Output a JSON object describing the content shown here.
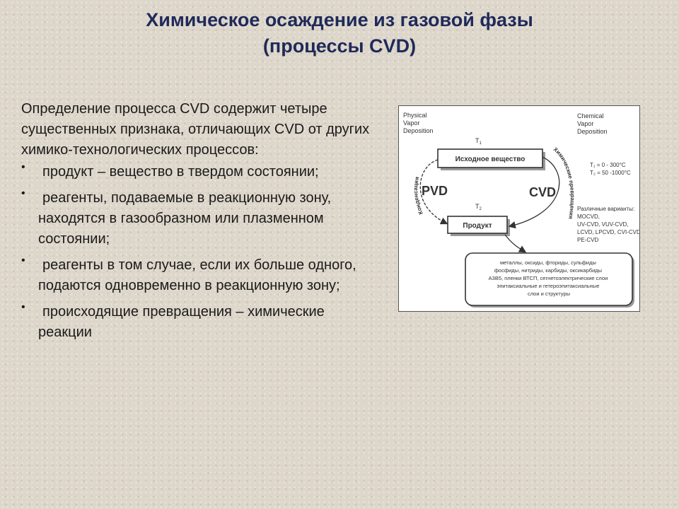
{
  "title": {
    "line1": "Химическое осаждение из газовой фазы",
    "line2": "(процессы CVD)"
  },
  "intro": "Определение процесса CVD содержит четыре существенных признака, отличающих CVD от других химико-технологических процессов:",
  "bullets": [
    "продукт – вещество в твердом состоянии;",
    "реагенты, подаваемые в реакционную зону, находятся в газообразном или плазменном состоянии;",
    "реагенты в том случае, если их больше одного, подаются одновременно в реакционную зону;",
    "происходящие превращения – химические реакции"
  ],
  "bullet_symbol": "•",
  "figure": {
    "pvd_caption": [
      "Physical",
      "Vapor",
      "Deposition"
    ],
    "cvd_caption": [
      "Chemical",
      "Vapor",
      "Deposition"
    ],
    "t1": "T",
    "t1_sub": "1",
    "t2": "T",
    "t2_sub": "2",
    "source_box": "Исходное вещество",
    "product_box": "Продукт",
    "pvd_label": "PVD",
    "cvd_label": "CVD",
    "condensation": "Конденсация",
    "chem_transform": "Химические превращения",
    "temp1": "T₁ = 0 - 300°C",
    "temp2": "T₂ = 50 -1000°C",
    "variants": [
      "Различные варианты:",
      "MOCVD,",
      "UV-CVD, VUV-CVD,",
      "LCVD, LPCVD, CVI-CVD,",
      "PE-CVD"
    ],
    "materials": [
      "металлы, оксиды, фториды, сульфиды",
      "фосфиды, нитриды, карбиды, оксикарбиды",
      "A3B5, пленки ВТСП, сегнетоэлектрические слои",
      "эпитаксиальные и гетероэпитаксиальные",
      "слои и структуры"
    ]
  }
}
